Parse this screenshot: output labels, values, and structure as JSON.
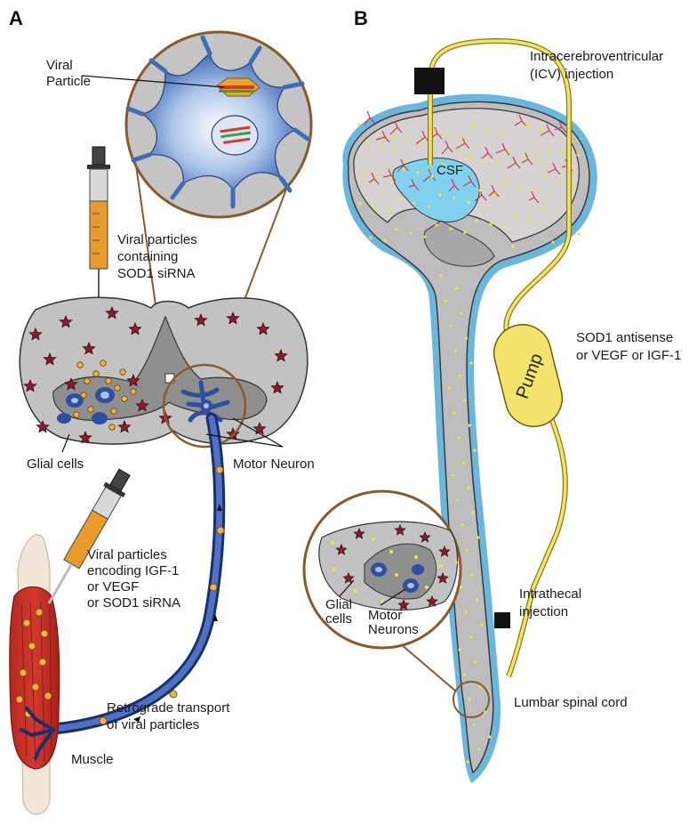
{
  "panel_a": {
    "letter": "A",
    "viral_particle": [
      "Viral",
      "Particle"
    ],
    "syringe_label": [
      "Viral particles",
      "containing",
      "SOD1 siRNA"
    ],
    "glial_cells": "Glial cells",
    "motor_neuron": "Motor Neuron",
    "muscle_syringe_label": [
      "Viral particles",
      "encoding IGF-1",
      "or VEGF",
      "or SOD1 siRNA"
    ],
    "retrograde": [
      "Retrograde transport",
      "of viral particles"
    ],
    "muscle": "Muscle"
  },
  "panel_b": {
    "letter": "B",
    "icv": [
      "Intracerebroventricular",
      "(ICV) injection"
    ],
    "csf": "CSF",
    "pump": "Pump",
    "pump_label": [
      "SOD1 antisense",
      "or VEGF or IGF-1"
    ],
    "intrathecal": [
      "Intrathecal",
      "injection"
    ],
    "lumbar": "Lumbar spinal cord",
    "inset_glial": [
      "Glial",
      "cells"
    ],
    "inset_motor": [
      "Motor",
      "Neurons"
    ]
  },
  "colors": {
    "tissue_gray": "#b9b9b9",
    "neuron_blue": "#2f4f9e",
    "star_red": "#8b1d2b",
    "particle_yellow": "#f2e53a",
    "csf_cyan": "#7fd1ee",
    "zoom_border": "#8a5a2e",
    "pump_yellow": "#f3e36b",
    "muscle_red": "#c7302a"
  }
}
